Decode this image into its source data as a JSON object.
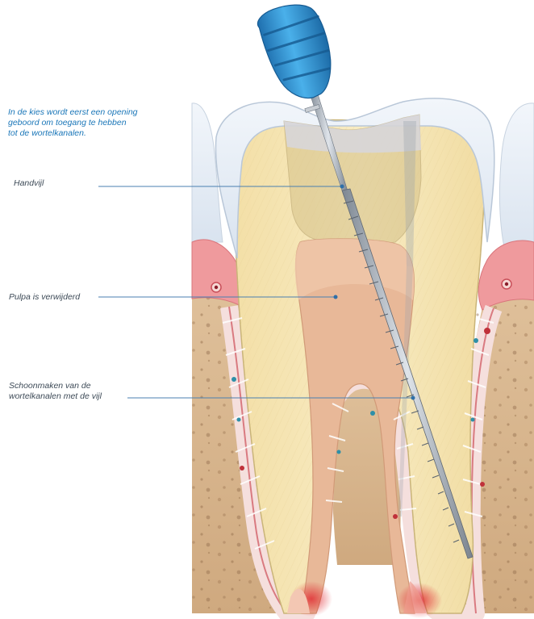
{
  "colors": {
    "intro_text": "#1a76b8",
    "label_text": "#3d4a57",
    "leader_line": "#4a7fb0",
    "handle_blue": "#2f8fd0",
    "enamel": "#e9eff7",
    "dentin": "#f6e7b7",
    "pulp": "#e7b596",
    "gum": "#e98a8e",
    "bone": "#d7b690"
  },
  "intro": "In de kies wordt eerst een opening\ngeboord om toegang te hebben\ntot de wortelkanalen.",
  "labels": {
    "handvijl": "Handvijl",
    "pulpa": "Pulpa is verwijderd",
    "schoonmaken": "Schoonmaken van de\nwortelkanalen met de vijl"
  },
  "icons": {
    "file": "endodontic-hand-file-icon"
  }
}
